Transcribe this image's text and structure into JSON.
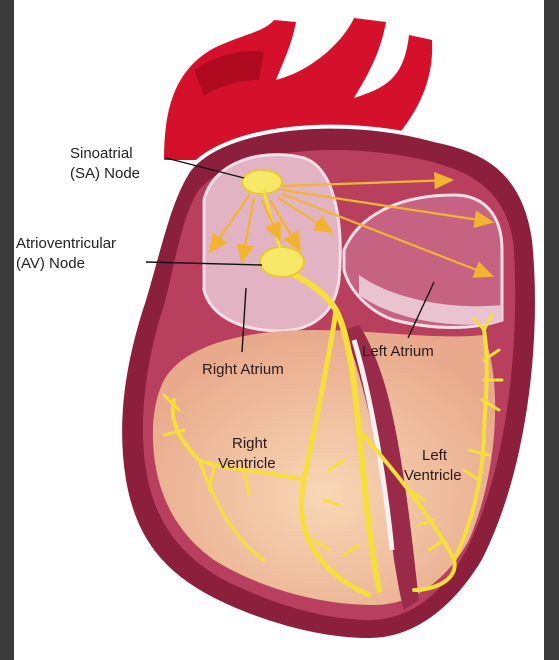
{
  "labels": {
    "sa_node_line1": "Sinoatrial",
    "sa_node_line2": "(SA) Node",
    "av_node_line1": "Atrioventricular",
    "av_node_line2": "(AV) Node",
    "right_atrium": "Right Atrium",
    "left_atrium": "Left Atrium",
    "right_ventricle_line1": "Right",
    "right_ventricle_line2": "Ventricle",
    "left_ventricle_line1": "Left",
    "left_ventricle_line2": "Ventricle"
  },
  "colors": {
    "vessel": "#d4102a",
    "heart_outer": "#8c1f3c",
    "heart_wall": "#b8405e",
    "inner_cavity": "#f2c5a0",
    "atrium_fill": "#e2b3c3",
    "conduction": "#f6df3a",
    "node": "#f8e86a"
  }
}
